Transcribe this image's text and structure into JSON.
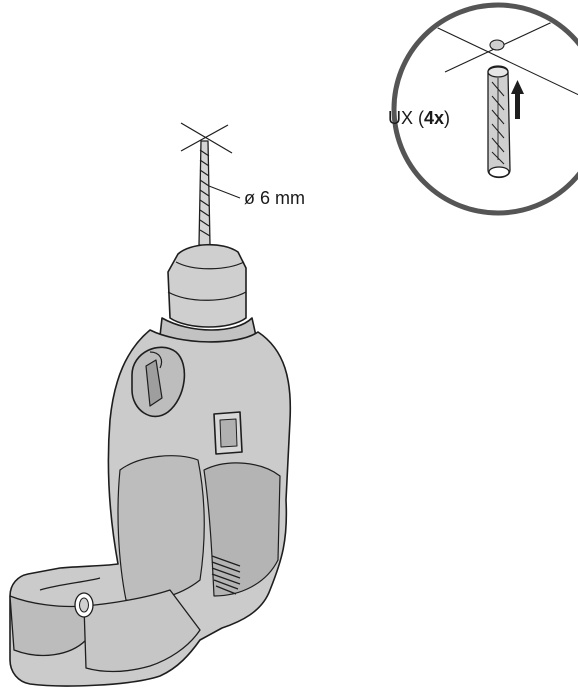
{
  "labels": {
    "drill_bit": "ø 6 mm",
    "anchor_prefix": "UX (",
    "anchor_count": "4x",
    "anchor_suffix": ")"
  },
  "colors": {
    "drill_body": "#c9c9c9",
    "drill_shadow": "#a9a9a9",
    "outline": "#1e1e1e",
    "detail_circle_fill": "#ffffff"
  },
  "icons": {
    "arrow": "arrow-up-icon",
    "wall_mark": "crosshair-icon"
  }
}
